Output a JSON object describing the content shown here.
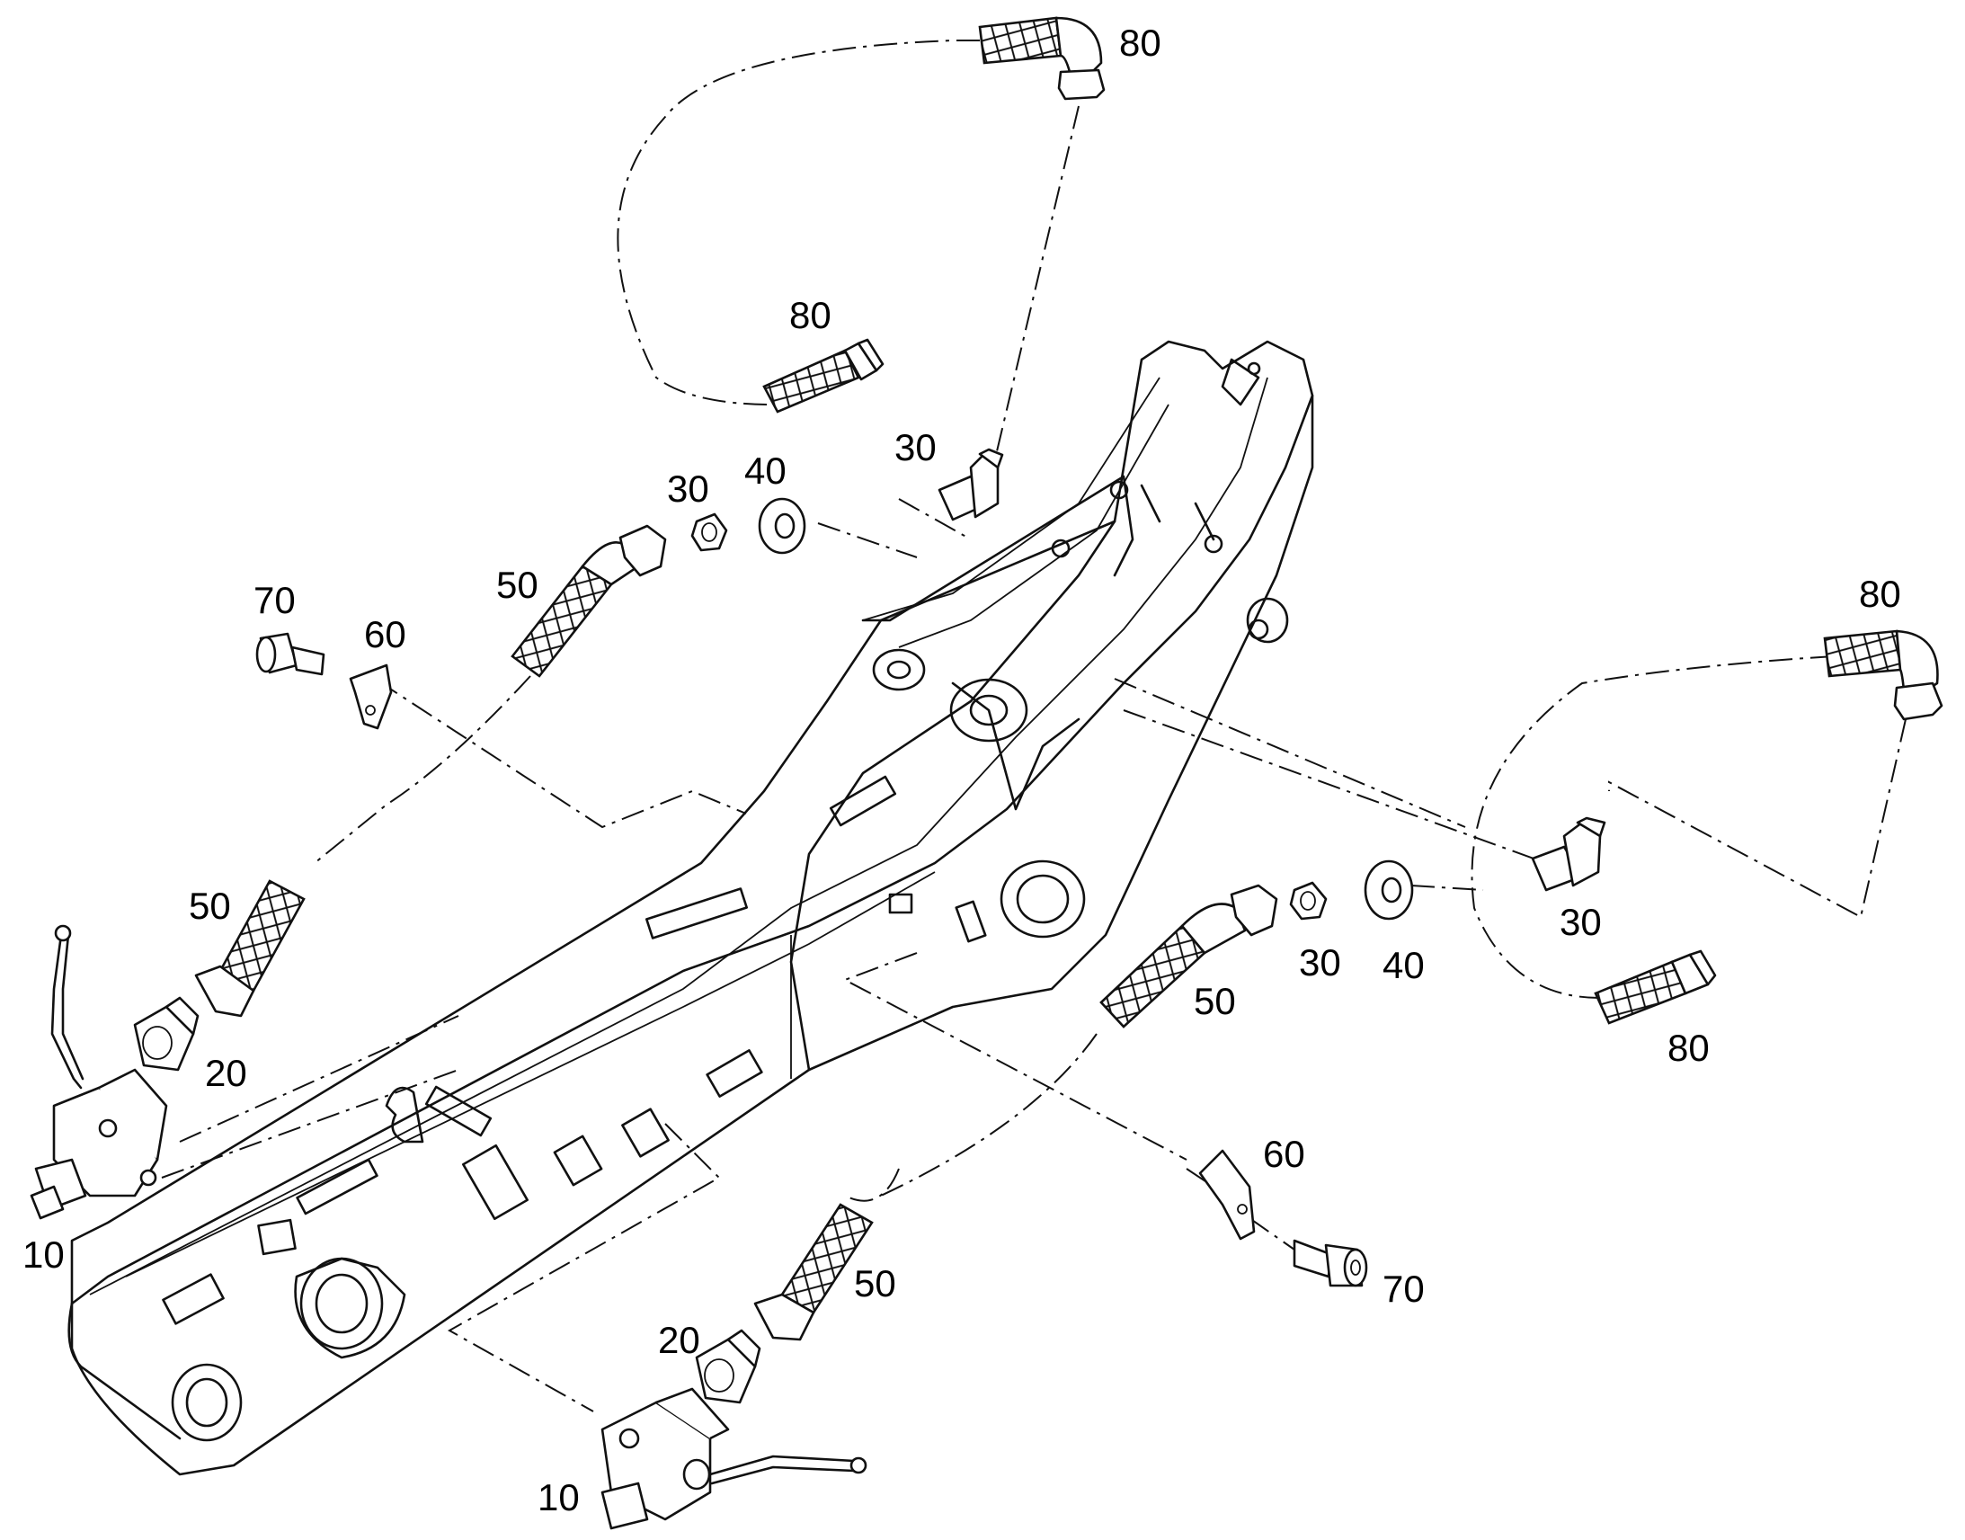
{
  "callouts": [
    {
      "id": "c80a",
      "text": "80"
    },
    {
      "id": "c80b",
      "text": "80"
    },
    {
      "id": "c30a",
      "text": "30"
    },
    {
      "id": "c30b",
      "text": "30"
    },
    {
      "id": "c40a",
      "text": "40"
    },
    {
      "id": "c50a",
      "text": "50"
    },
    {
      "id": "c70a",
      "text": "70"
    },
    {
      "id": "c60a",
      "text": "60"
    },
    {
      "id": "c50b",
      "text": "50"
    },
    {
      "id": "c20a",
      "text": "20"
    },
    {
      "id": "c10a",
      "text": "10"
    },
    {
      "id": "c80c",
      "text": "80"
    },
    {
      "id": "c30c",
      "text": "30"
    },
    {
      "id": "c30d",
      "text": "30"
    },
    {
      "id": "c40b",
      "text": "40"
    },
    {
      "id": "c50c",
      "text": "50"
    },
    {
      "id": "c80d",
      "text": "80"
    },
    {
      "id": "c60b",
      "text": "60"
    },
    {
      "id": "c70b",
      "text": "70"
    },
    {
      "id": "c50d",
      "text": "50"
    },
    {
      "id": "c20b",
      "text": "20"
    },
    {
      "id": "c10b",
      "text": "10"
    }
  ]
}
